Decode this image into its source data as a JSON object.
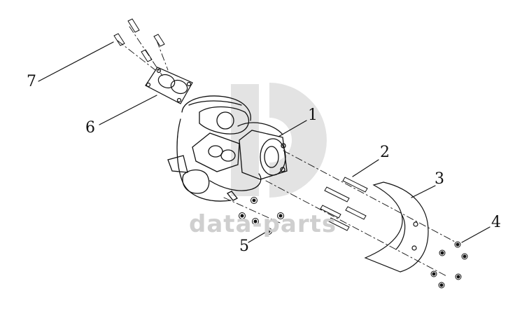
{
  "diagram": {
    "callouts": [
      {
        "id": "1",
        "text": "1"
      },
      {
        "id": "2",
        "text": "2"
      },
      {
        "id": "3",
        "text": "3"
      },
      {
        "id": "4",
        "text": "4"
      },
      {
        "id": "5",
        "text": "5"
      },
      {
        "id": "6",
        "text": "6"
      },
      {
        "id": "7",
        "text": "7"
      }
    ],
    "watermark": "data-parts",
    "colors": {
      "line": "#111111",
      "watermark": "#d8d8d8"
    }
  }
}
